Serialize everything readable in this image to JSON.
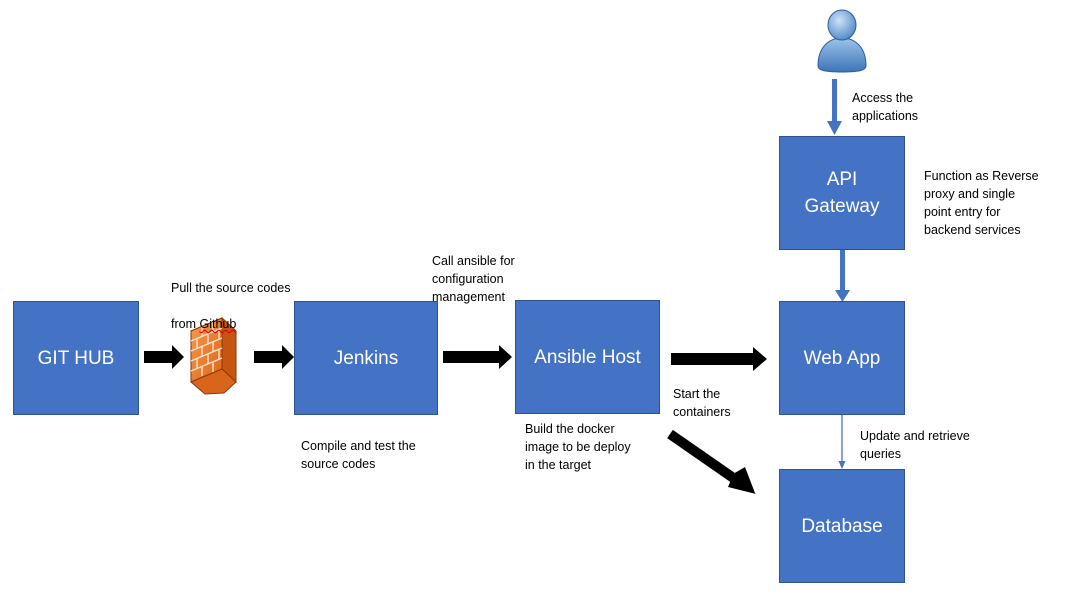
{
  "boxes": {
    "git_hub": "GIT HUB",
    "jenkins": "Jenkins",
    "ansible_host": "Ansible Host",
    "web_app": "Web App",
    "api_gateway_line1": "API",
    "api_gateway_line2": "Gateway",
    "database": "Database"
  },
  "notes": {
    "pull_source_line1": "Pull the source codes",
    "pull_source_line2_prefix": "from ",
    "pull_source_line2_word": "Github",
    "call_ansible": "Call ansible for\nconfiguration\nmanagement",
    "compile_test": "Compile and test the\nsource codes",
    "build_docker": "Build the docker\nimage to be deploy\nin the target",
    "start_containers": "Start the\ncontainers",
    "access_apps": "Access the\napplications",
    "function_proxy": "Function as Reverse\nproxy and single\npoint entry for\nbackend services",
    "update_retrieve": "Update and retrieve\nqueries"
  },
  "colors": {
    "box_fill": "#4472C4",
    "box_border": "#2F528F",
    "arrow_black": "#000000",
    "arrow_blue": "#4472C4",
    "firewall_orange": "#F07F2A"
  },
  "icons": {
    "firewall": "firewall-icon",
    "user": "user-icon"
  }
}
